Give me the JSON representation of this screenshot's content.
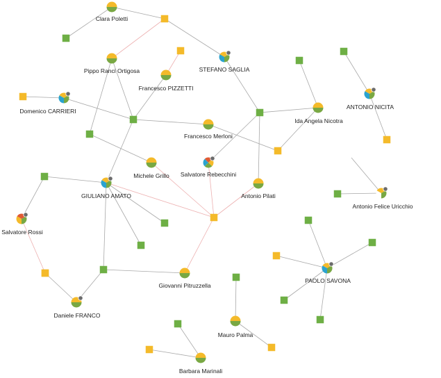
{
  "colors": {
    "yellow": "#F4BA2A",
    "green": "#79A843",
    "sq_green": "#6EAF45",
    "sq_yellow": "#F4BA2A",
    "blue": "#2BA3CF",
    "red": "#E05A33",
    "edge_gray": "#A8A8A8",
    "edge_pink": "#EDB0B0",
    "badge": "#6B6B6B"
  },
  "people": [
    {
      "id": "clara",
      "name": "Clara Poletti",
      "pie": [
        "yellow",
        "green"
      ],
      "badge": false
    },
    {
      "id": "pippo",
      "name": "Pippo Ranci Ortigosa",
      "pie": [
        "yellow",
        "green"
      ],
      "badge": false
    },
    {
      "id": "stefano",
      "name": "STEFANO SAGLIA",
      "pie": [
        "yellow",
        "green",
        "blue"
      ],
      "badge": true
    },
    {
      "id": "pizzetti",
      "name": "Francesco PIZZETTI",
      "pie": [
        "yellow",
        "green"
      ],
      "badge": false
    },
    {
      "id": "carrieri",
      "name": "Domenico CARRIERI",
      "pie": [
        "yellow",
        "green",
        "blue"
      ],
      "badge": true
    },
    {
      "id": "merloni",
      "name": "Francesco Merloni",
      "pie": [
        "yellow",
        "green"
      ],
      "badge": false
    },
    {
      "id": "nicotra",
      "name": "Ida Angela Nicotra",
      "pie": [
        "yellow",
        "green"
      ],
      "badge": false
    },
    {
      "id": "nicita",
      "name": "ANTONIO NICITA",
      "pie": [
        "yellow",
        "green",
        "blue"
      ],
      "badge": true
    },
    {
      "id": "grillo",
      "name": "Michele Grillo",
      "pie": [
        "yellow",
        "green"
      ],
      "badge": false
    },
    {
      "id": "rebecchini",
      "name": "Salvatore Rebecchini",
      "pie": [
        "red",
        "yellow",
        "green",
        "blue"
      ],
      "badge": true
    },
    {
      "id": "amato",
      "name": "GIULIANO AMATO",
      "pie": [
        "yellow",
        "green",
        "blue"
      ],
      "badge": true
    },
    {
      "id": "pilati",
      "name": "Antonio Pilati",
      "pie": [
        "yellow",
        "green"
      ],
      "badge": false
    },
    {
      "id": "uricchio",
      "name": "Antonio Felice Uricchio",
      "pie": [
        "yellow",
        "green",
        "white"
      ],
      "badge": true
    },
    {
      "id": "rossi",
      "name": "Salvatore Rossi",
      "pie": [
        "red",
        "green",
        "yellow"
      ],
      "badge": true
    },
    {
      "id": "pitruzzella",
      "name": "Giovanni Pitruzzella",
      "pie": [
        "yellow",
        "green"
      ],
      "badge": false
    },
    {
      "id": "savona",
      "name": "PAOLO SAVONA",
      "pie": [
        "yellow",
        "green",
        "blue"
      ],
      "badge": true
    },
    {
      "id": "franco",
      "name": "Daniele FRANCO",
      "pie": [
        "yellow",
        "green"
      ],
      "badge": true
    },
    {
      "id": "palma",
      "name": "Mauro Palma",
      "pie": [
        "yellow",
        "green"
      ],
      "badge": false
    },
    {
      "id": "marinali",
      "name": "Barbara Marinali",
      "pie": [
        "yellow",
        "green"
      ],
      "badge": false
    }
  ],
  "entities": [
    {
      "id": "s_clara_g",
      "color": "green"
    },
    {
      "id": "s_top_y",
      "color": "yellow"
    },
    {
      "id": "s_pizz_y",
      "color": "yellow"
    },
    {
      "id": "s_carr_y",
      "color": "yellow"
    },
    {
      "id": "s_carr_g",
      "color": "green"
    },
    {
      "id": "s_hub_g",
      "color": "green"
    },
    {
      "id": "s_mid_g",
      "color": "green"
    },
    {
      "id": "s_nicotra_g",
      "color": "green"
    },
    {
      "id": "s_nicita_g",
      "color": "green"
    },
    {
      "id": "s_nicita_y",
      "color": "yellow"
    },
    {
      "id": "s_center_y",
      "color": "yellow"
    },
    {
      "id": "s_uric_y",
      "color": "yellow"
    },
    {
      "id": "s_uric_g",
      "color": "green"
    },
    {
      "id": "s_rossi_g",
      "color": "green"
    },
    {
      "id": "s_amato_g1",
      "color": "green"
    },
    {
      "id": "s_amato_g2",
      "color": "green"
    },
    {
      "id": "s_low_y",
      "color": "yellow"
    },
    {
      "id": "s_low_g",
      "color": "green"
    },
    {
      "id": "s_rossi_y",
      "color": "yellow"
    },
    {
      "id": "s_sav_g1",
      "color": "green"
    },
    {
      "id": "s_sav_g2",
      "color": "green"
    },
    {
      "id": "s_sav_y",
      "color": "yellow"
    },
    {
      "id": "s_sav_g3",
      "color": "green"
    },
    {
      "id": "s_sav_g4",
      "color": "green"
    },
    {
      "id": "s_palma_g",
      "color": "green"
    },
    {
      "id": "s_palma_y",
      "color": "yellow"
    },
    {
      "id": "s_mar_g",
      "color": "green"
    },
    {
      "id": "s_mar_y",
      "color": "yellow"
    }
  ],
  "edges": [
    [
      "clara",
      "s_clara_g",
      "gray"
    ],
    [
      "clara",
      "s_top_y",
      "gray"
    ],
    [
      "s_top_y",
      "pippo",
      "pink"
    ],
    [
      "s_top_y",
      "stefano",
      "gray"
    ],
    [
      "pizzetti",
      "s_pizz_y",
      "pink"
    ],
    [
      "pizzetti",
      "s_hub_g",
      "gray"
    ],
    [
      "pippo",
      "s_hub_g",
      "gray"
    ],
    [
      "pippo",
      "s_carr_g",
      "gray"
    ],
    [
      "carrieri",
      "s_carr_y",
      "gray"
    ],
    [
      "carrieri",
      "s_hub_g",
      "gray"
    ],
    [
      "s_hub_g",
      "merloni",
      "gray"
    ],
    [
      "s_hub_g",
      "amato",
      "gray"
    ],
    [
      "s_carr_g",
      "grillo",
      "gray"
    ],
    [
      "stefano",
      "s_mid_g",
      "gray"
    ],
    [
      "s_mid_g",
      "nicotra",
      "gray"
    ],
    [
      "s_mid_g",
      "rebecchini",
      "gray"
    ],
    [
      "s_mid_g",
      "pilati",
      "gray"
    ],
    [
      "nicotra",
      "s_nicotra_g",
      "gray"
    ],
    [
      "nicotra",
      "s_uric_y",
      "gray"
    ],
    [
      "merloni",
      "s_uric_y",
      "gray"
    ],
    [
      "s_nicita_g",
      "nicita",
      "gray"
    ],
    [
      "nicita",
      "s_nicita_y",
      "gray"
    ],
    [
      "grillo",
      "s_center_y",
      "pink"
    ],
    [
      "rebecchini",
      "s_center_y",
      "pink"
    ],
    [
      "amato",
      "s_center_y",
      "pink"
    ],
    [
      "pilati",
      "s_center_y",
      "pink"
    ],
    [
      "s_center_y",
      "pitruzzella",
      "pink"
    ],
    [
      "s_uric_g",
      "uricchio",
      "gray"
    ],
    [
      "s_uric_y2",
      "uricchio",
      "gray"
    ],
    [
      "s_rossi_g",
      "amato",
      "gray"
    ],
    [
      "s_rossi_g",
      "rossi",
      "gray"
    ],
    [
      "rossi",
      "s_rossi_y",
      "pink"
    ],
    [
      "s_rossi_y",
      "franco",
      "gray"
    ],
    [
      "amato",
      "s_amato_g1",
      "gray"
    ],
    [
      "amato",
      "s_amato_g2",
      "gray"
    ],
    [
      "amato",
      "s_low_g",
      "gray"
    ],
    [
      "s_low_g",
      "pitruzzella",
      "gray"
    ],
    [
      "s_low_g",
      "franco",
      "gray"
    ],
    [
      "s_sav_g1",
      "savona",
      "gray"
    ],
    [
      "s_sav_g2",
      "savona",
      "gray"
    ],
    [
      "s_sav_y",
      "savona",
      "gray"
    ],
    [
      "savona",
      "s_sav_g3",
      "gray"
    ],
    [
      "savona",
      "s_sav_g4",
      "gray"
    ],
    [
      "s_palma_g",
      "palma",
      "gray"
    ],
    [
      "palma",
      "s_palma_y",
      "gray"
    ],
    [
      "s_mar_g",
      "marinali",
      "gray"
    ],
    [
      "s_mar_y",
      "marinali",
      "gray"
    ]
  ]
}
